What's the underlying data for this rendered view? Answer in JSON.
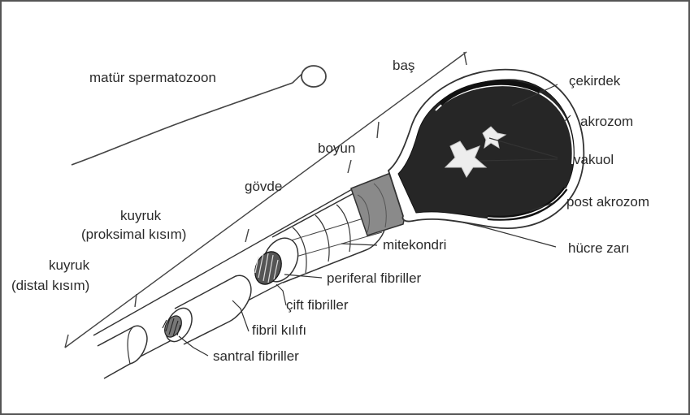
{
  "diagram": {
    "labels": {
      "mature_sperm": "matür  spermatozoon",
      "head": "baş",
      "neck": "boyun",
      "body": "gövde",
      "tail_proximal_1": "kuyruk",
      "tail_proximal_2": "(proksimal kısım)",
      "tail_distal_1": "kuyruk",
      "tail_distal_2": "(distal kısım)",
      "nucleus": "çekirdek",
      "acrosome": "akrozom",
      "vacuole": "vakuol",
      "post_acrosome": "post akrozom",
      "cell_membrane": "hücre zarı",
      "mitochondria": "mitekondri",
      "peripheral_fibrils": "periferal fibriller",
      "double_fibrils": "çift fibriller",
      "fibril_sheath": "fibril kılıfı",
      "central_fibrils": "santral fibriller"
    },
    "colors": {
      "ink": "#2a2a2a",
      "head_fill": "#262626",
      "vacuole_fill": "#ededed",
      "border": "#555555",
      "background": "#ffffff"
    }
  }
}
